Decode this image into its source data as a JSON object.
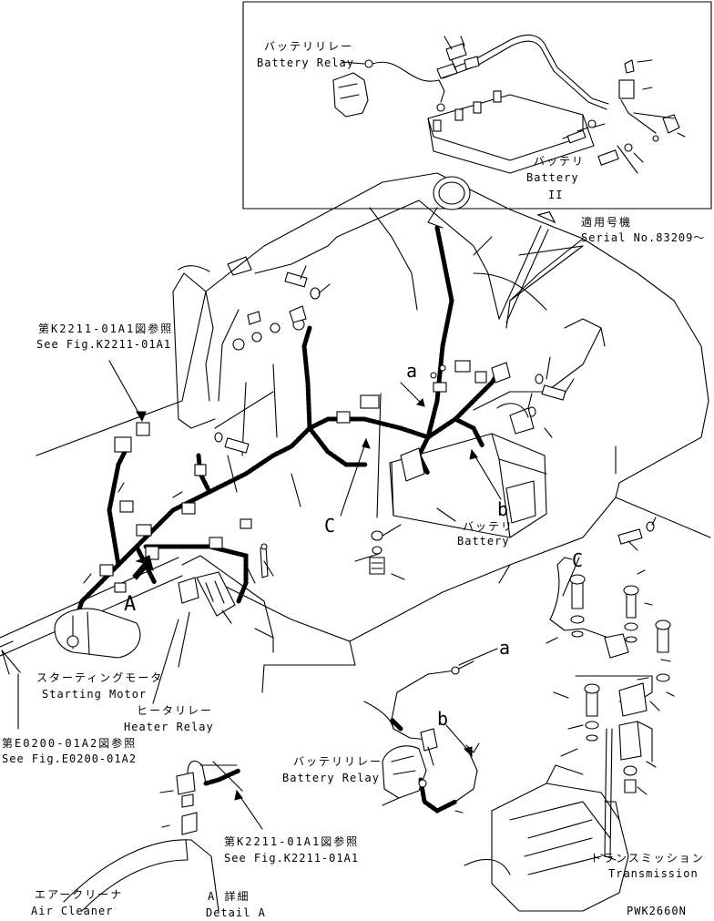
{
  "labels": {
    "battery_relay_inset_jp": "バッテリリレー",
    "battery_relay_inset_en": "Battery Relay",
    "battery_inset_jp": "バッテリ",
    "battery_inset_en": "Battery",
    "inset_equals": "II",
    "serial_jp": "適用号機",
    "serial_en": "Serial No.83209～",
    "ref_k2211_top_jp": "第K2211-01A1図参照",
    "ref_k2211_top_en": "See Fig.K2211-01A1",
    "callout_a_upper": "a",
    "callout_b_upper": "b",
    "callout_c_left": "C",
    "callout_c_right": "C",
    "battery_main_jp": "バッテリ",
    "battery_main_en": "Battery",
    "view_a": "A",
    "starting_motor_jp": "スターティングモータ",
    "starting_motor_en": "Starting Motor",
    "heater_relay_jp": "ヒータリレー",
    "heater_relay_en": "Heater Relay",
    "ref_e0200_jp": "第E0200-01A2図参照",
    "ref_e0200_en": "See Fig.E0200-01A2",
    "callout_a_lower": "a",
    "callout_b_lower": "b",
    "battery_relay_lower_jp": "バッテリリレー",
    "battery_relay_lower_en": "Battery Relay",
    "ref_k2211_bottom_jp": "第K2211-01A1図参照",
    "ref_k2211_bottom_en": "See Fig.K2211-01A1",
    "transmission_jp": "トランスミッション",
    "transmission_en": "Transmission",
    "air_cleaner_jp": "エアークリーナ",
    "air_cleaner_en": "Air Cleaner",
    "detail_a_jp": "A 詳細",
    "detail_a_en": "Detail A",
    "drawing_code": "PWK2660N"
  }
}
